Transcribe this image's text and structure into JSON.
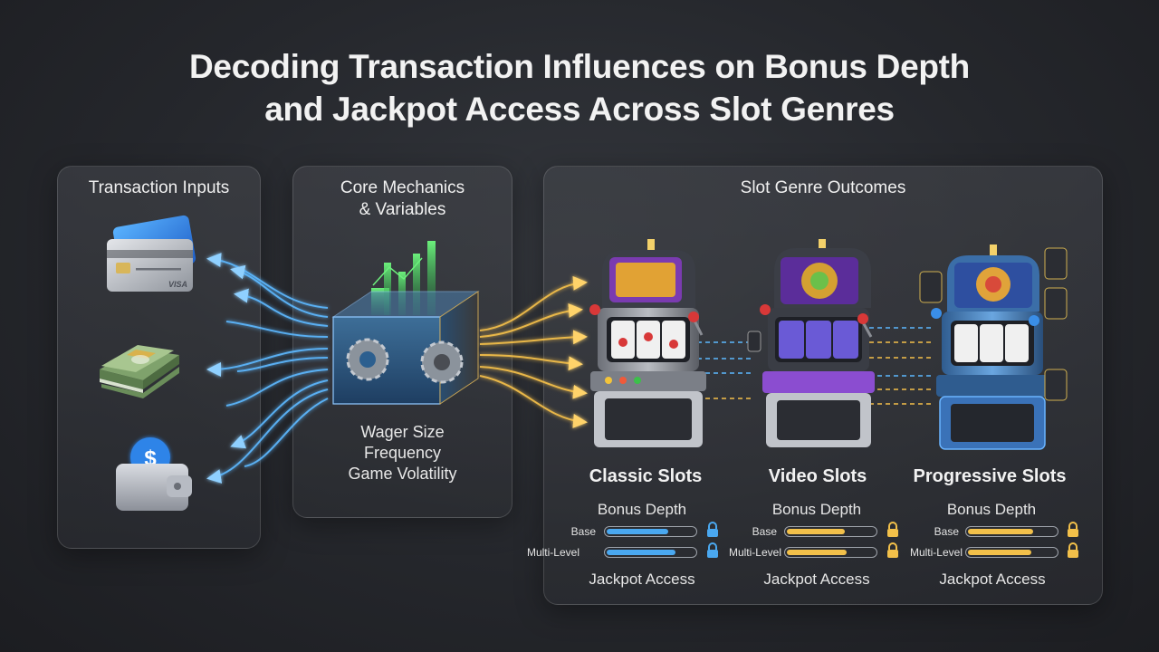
{
  "title": {
    "line1": "Decoding Transaction Influences on Bonus Depth",
    "line2": "and Jackpot Access Across Slot Genres"
  },
  "inputs_panel": {
    "title": "Transaction Inputs",
    "card_brand": "VISA",
    "items": [
      "credit-card-icon",
      "cash-stack-icon",
      "digital-wallet-icon"
    ]
  },
  "mechanics_panel": {
    "title_line1": "Core Mechanics",
    "title_line2": "& Variables",
    "variables": [
      "Wager Size",
      "Frequency",
      "Game Volatility"
    ]
  },
  "outcomes_panel": {
    "title": "Slot Genre Outcomes",
    "genres": [
      {
        "name": "Classic Slots",
        "bonus_label": "Bonus Depth",
        "jackpot_label": "Jackpot Access",
        "accent": "#4aa8f0",
        "levels": [
          {
            "label": "Base",
            "fill": 0.7
          },
          {
            "label": "Multi-Level",
            "fill": 0.78
          }
        ]
      },
      {
        "name": "Video Slots",
        "bonus_label": "Bonus Depth",
        "jackpot_label": "Jackpot Access",
        "accent": "#f2c04a",
        "levels": [
          {
            "label": "Base",
            "fill": 0.66
          },
          {
            "label": "Multi-Level",
            "fill": 0.68
          }
        ]
      },
      {
        "name": "Progressive Slots",
        "bonus_label": "Bonus Depth",
        "jackpot_label": "Jackpot Access",
        "accent": "#f2c04a",
        "levels": [
          {
            "label": "Base",
            "fill": 0.74
          },
          {
            "label": "Multi-Level",
            "fill": 0.72
          }
        ]
      }
    ]
  },
  "colors": {
    "blue_flow": "#4aa8f0",
    "gold_flow": "#f5c04a",
    "chart_green": "#3ccf5c"
  }
}
